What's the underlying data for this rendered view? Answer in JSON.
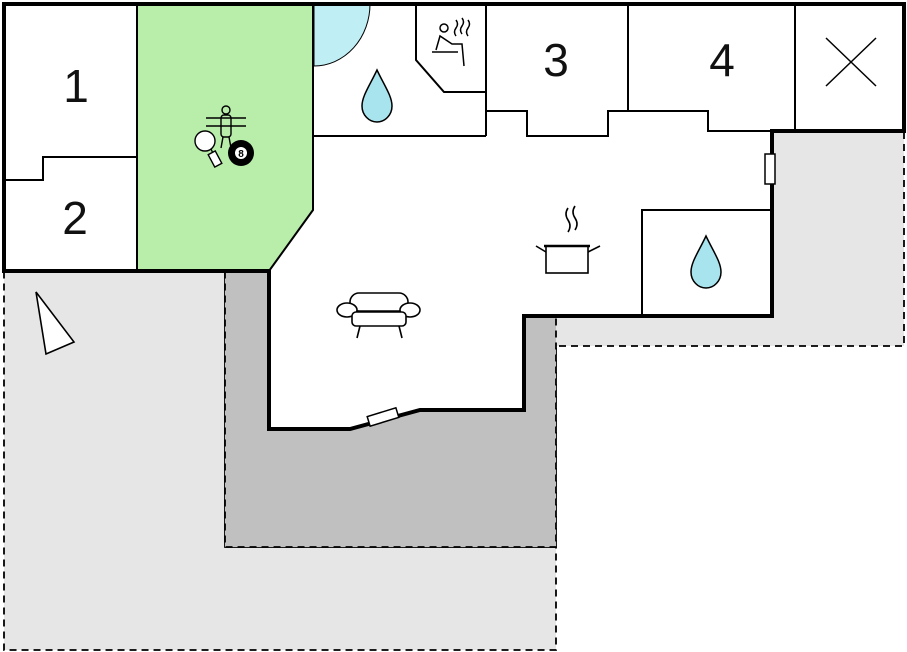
{
  "colors": {
    "terrace": "#e6e6e6",
    "covered_terrace": "#c0c0c0",
    "activity_room": "#b8edaa",
    "pool": "#bfeff5",
    "water_drop": "#a8e4ee",
    "wall": "#000000",
    "background": "#ffffff"
  },
  "rooms": {
    "bedroom_1": {
      "label": "1"
    },
    "bedroom_2": {
      "label": "2"
    },
    "bedroom_3": {
      "label": "3"
    },
    "bedroom_4": {
      "label": "4"
    },
    "activity_room": {
      "icons": [
        "table-tennis-icon",
        "table-football-icon",
        "billiard-ball-icon"
      ],
      "ball_number": "8"
    },
    "bathroom": {
      "icons": [
        "water-drop-icon"
      ]
    },
    "sauna": {
      "icons": [
        "sauna-icon"
      ]
    },
    "kitchen": {
      "icons": [
        "cooking-pot-icon"
      ]
    },
    "bathroom_2": {
      "icons": [
        "water-drop-icon"
      ]
    },
    "living_room": {
      "icons": [
        "sofa-icon"
      ]
    },
    "utility": {
      "icons": [
        "cross-icon"
      ]
    },
    "outdoor": {
      "icons": [
        "compass-north-icon",
        "pool-icon"
      ]
    }
  }
}
